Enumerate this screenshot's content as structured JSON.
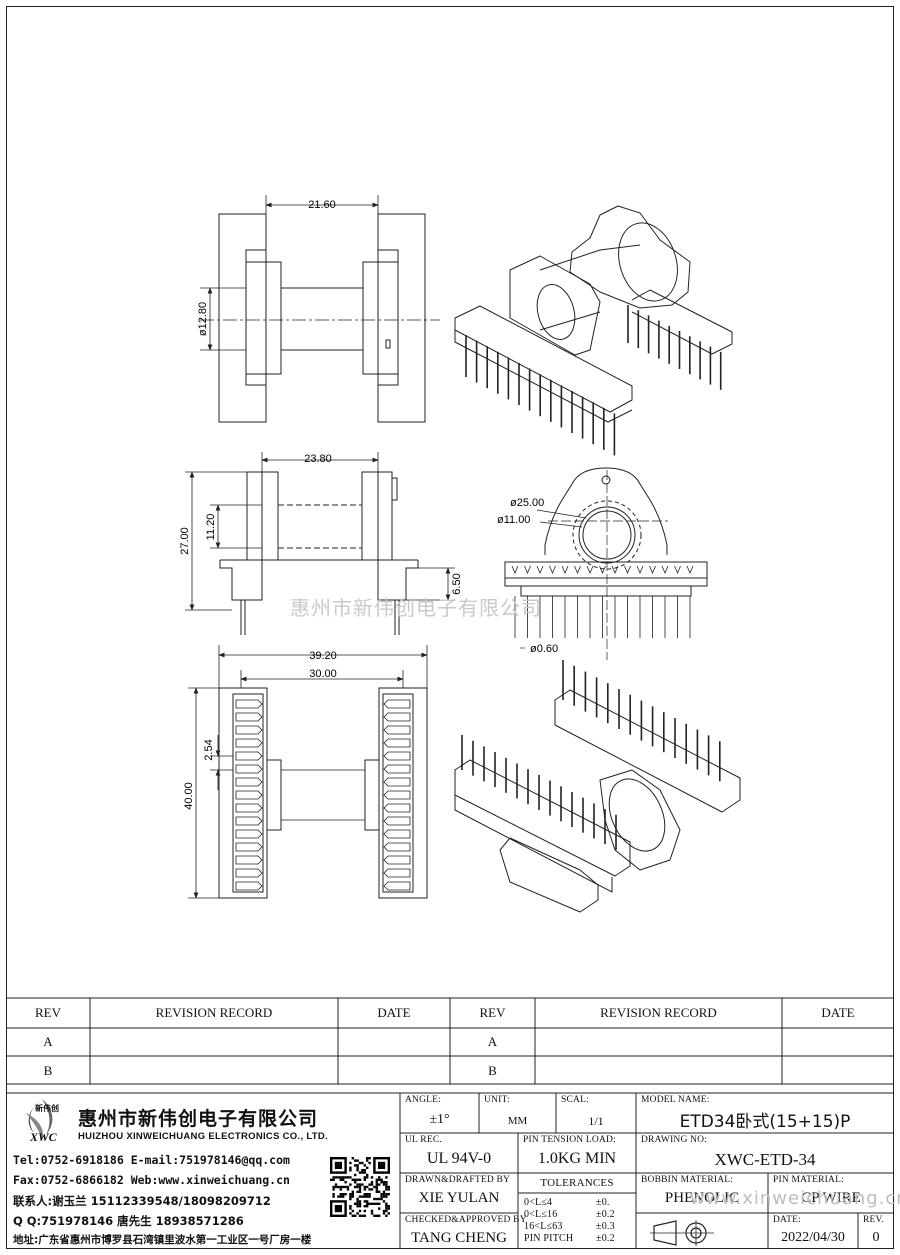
{
  "drawing": {
    "dims": {
      "top_width": "21.60",
      "top_dia": "ø12.80",
      "mid_width": "23.80",
      "mid_height": "27.00",
      "mid_inner": "11.20",
      "mid_pin": "6.50",
      "end_outer": "ø25.00",
      "end_inner": "ø11.00",
      "pin_dia": "ø0.60",
      "bot_outer": "39.20",
      "bot_inner": "30.00",
      "bot_pitch": "2.54",
      "bot_height": "40.00"
    },
    "watermark_mid": "惠州市新伟创电子有限公司",
    "watermark_bottom": "www.xinweichuang.cn"
  },
  "revision": {
    "headers": [
      "REV",
      "REVISION RECORD",
      "DATE",
      "REV",
      "REVISION RECORD",
      "DATE"
    ],
    "rows": [
      "A",
      "B"
    ]
  },
  "company": {
    "name_cn": "惠州市新伟创电子有限公司",
    "name_en": "HUIZHOU XINWEICHUANG ELECTRONICS CO., LTD.",
    "logo_text": "XWC",
    "logo_cn": "新伟创",
    "tel": "Tel:0752-6918186 E-mail:751978146@qq.com",
    "fax": "Fax:0752-6866182 Web:www.xinweichuang.cn",
    "contact": "联系人:谢玉兰 15112339548/18098209712",
    "qq": "Q Q:751978146   唐先生 18938571286",
    "address": "地址:广东省惠州市博罗县石湾镇里波水第一工业区一号厂房一楼"
  },
  "titleblock": {
    "angle_label": "ANGLE:",
    "angle_value": "±1°",
    "unit_label": "UNIT:",
    "unit_value": "MM",
    "scal_label": "SCAL:",
    "scal_value": "1/1",
    "model_label": "MODEL NAME:",
    "model_value": "ETD34卧式(15+15)P",
    "ul_label": "UL REC.",
    "ul_value": "UL 94V-0",
    "pin_tension_label": "PIN TENSION LOAD:",
    "pin_tension_value": "1.0KG MIN",
    "drawing_no_label": "DRAWING NO:",
    "drawing_no_value": "XWC-ETD-34",
    "drawn_label": "DRAWN&DRAFTED BY",
    "drawn_value": "XIE YULAN",
    "tolerances_label": "TOLERANCES",
    "bobbin_label": "BOBBIN MATERIAL:",
    "bobbin_value": "PHENOLIC",
    "pin_material_label": "PIN MATERIAL:",
    "pin_material_value": "CP WIRE",
    "checked_label": "CHECKED&APPROVED BY",
    "checked_value": "TANG CHENG",
    "tol_rows": [
      {
        "range": "0<L≤4",
        "tol": "±0."
      },
      {
        "range": "0<L≤16",
        "tol": "±0.2"
      },
      {
        "range": "16<L≤63",
        "tol": "±0.3"
      },
      {
        "range": "PIN PITCH",
        "tol": "±0.2"
      }
    ],
    "date_label": "DATE:",
    "date_value": "2022/04/30",
    "rev_label": "REV.",
    "rev_value": "0"
  }
}
